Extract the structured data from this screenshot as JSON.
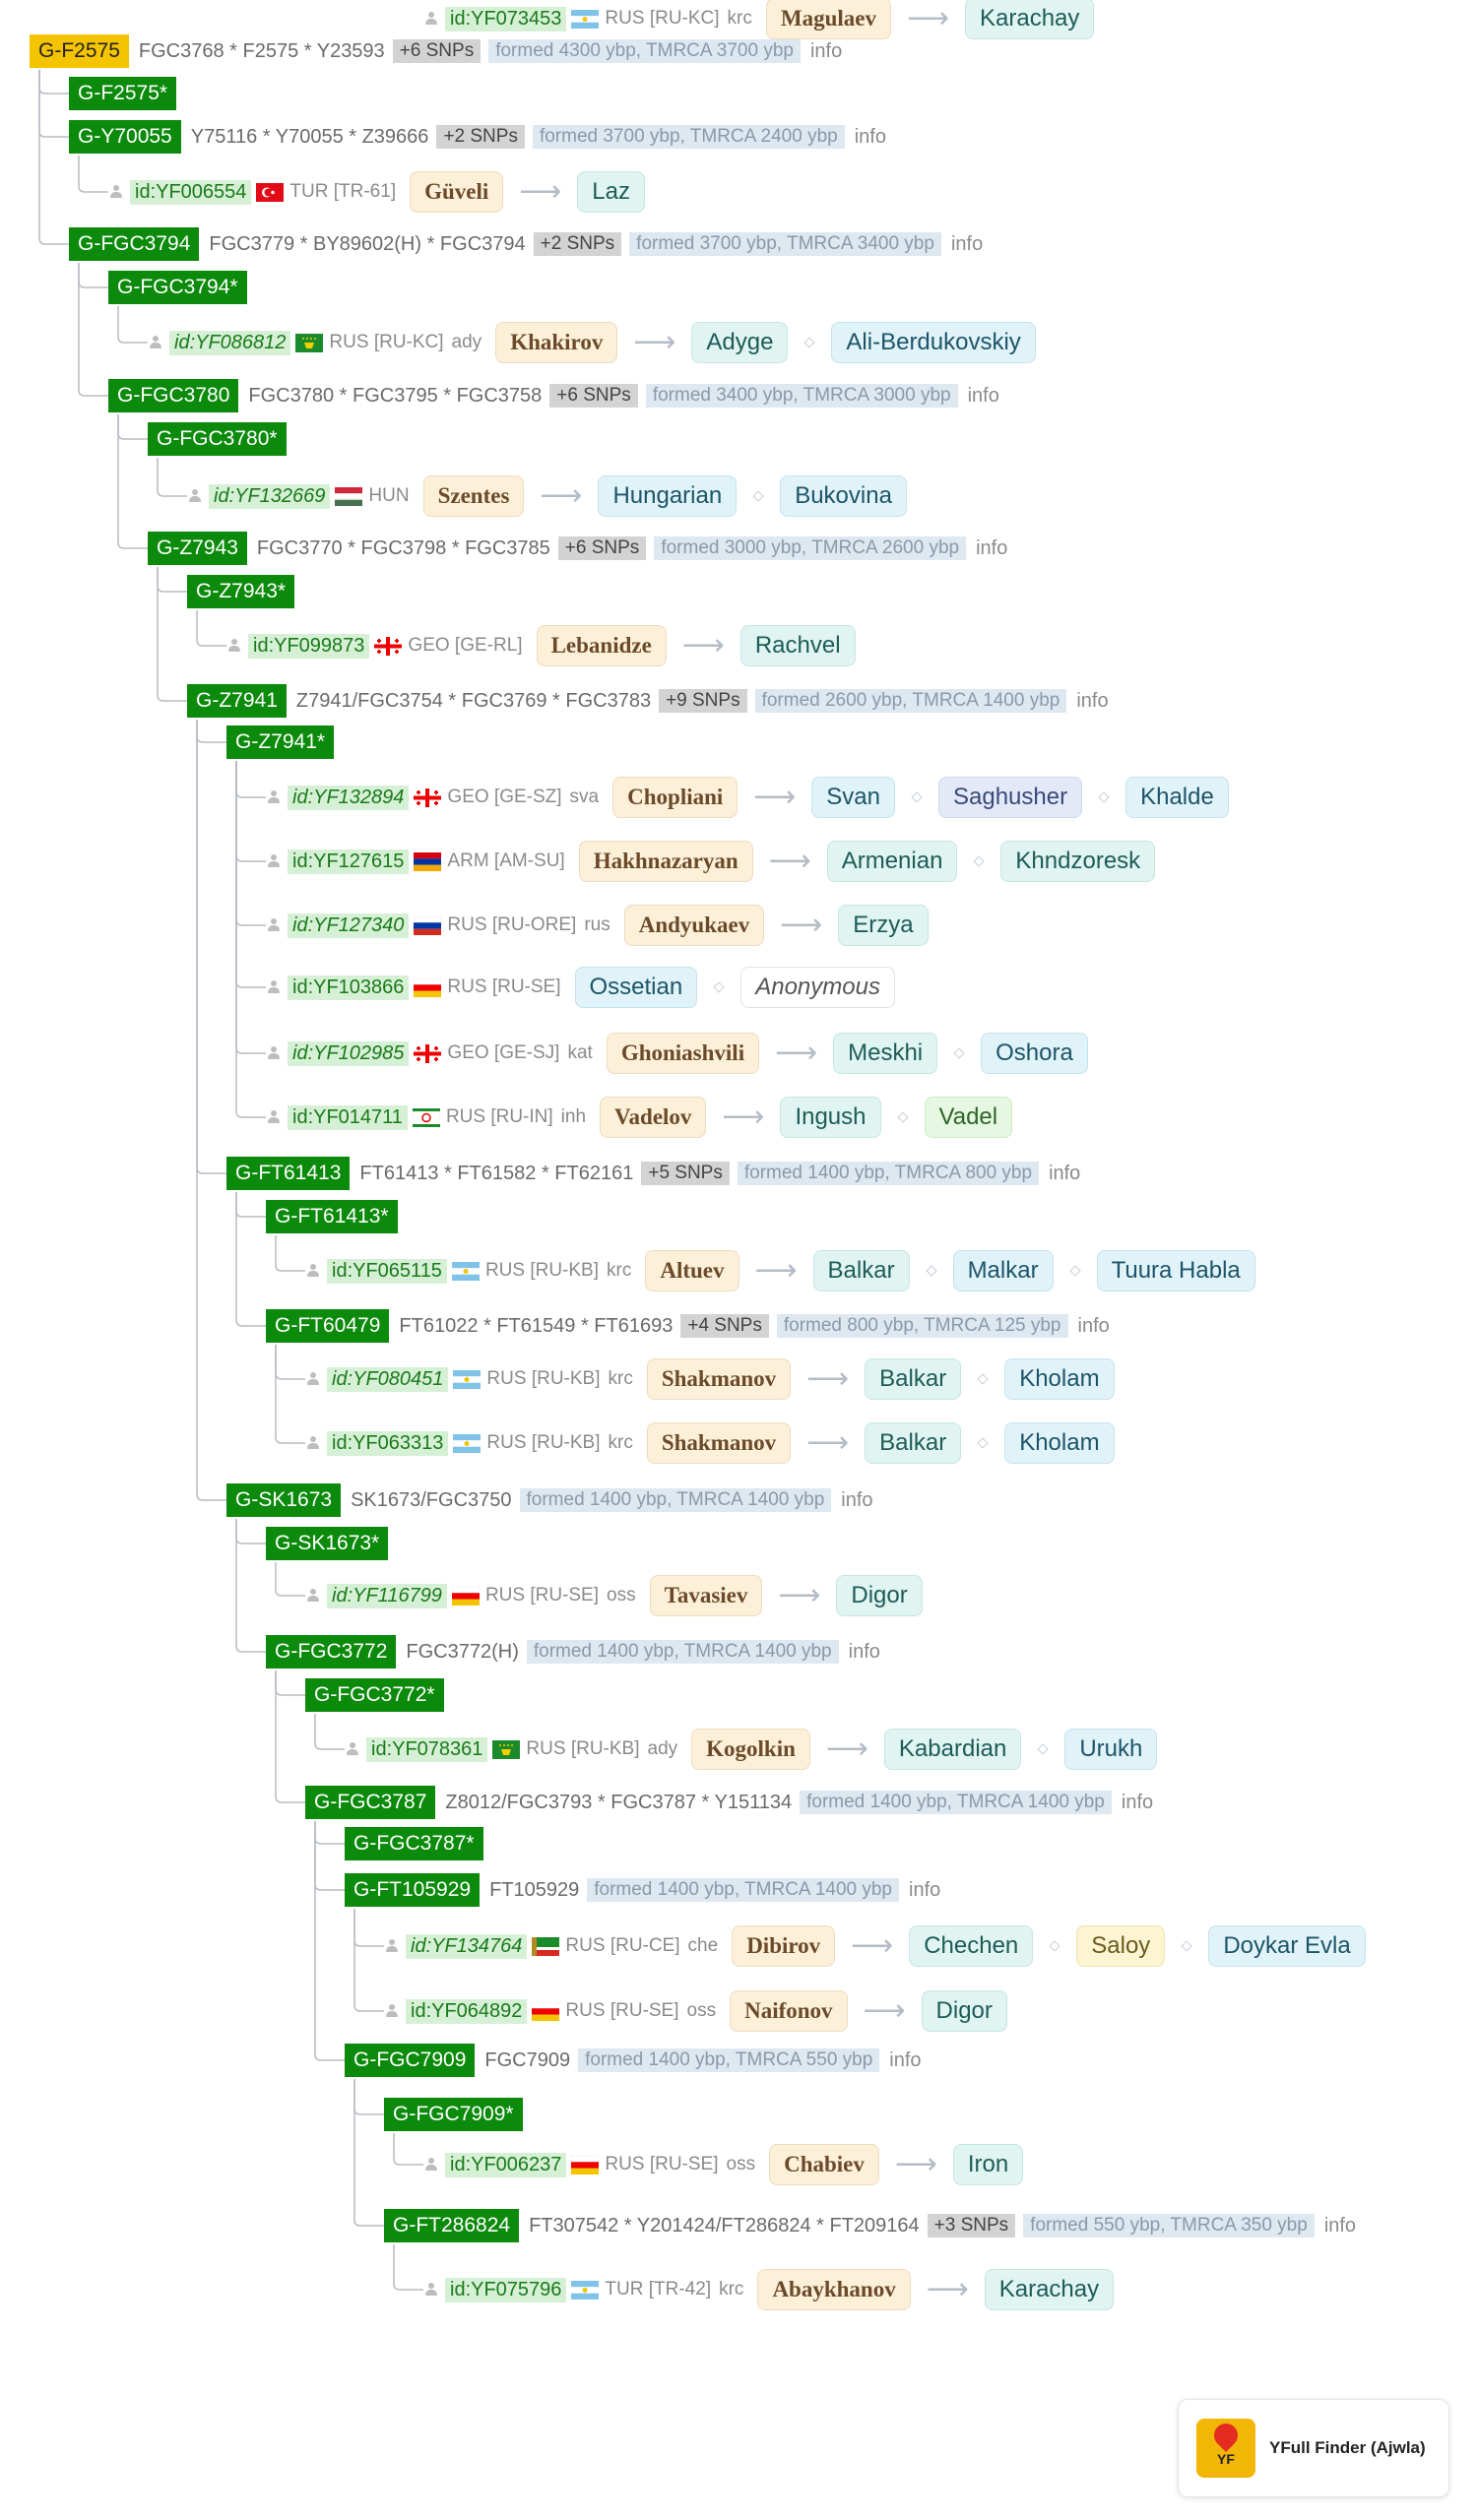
{
  "tree": [
    {
      "kind": "node",
      "name": "G-F2575",
      "root": true,
      "snps": "FGC3768 * F2575 * Y23593",
      "count": "+6 SNPs",
      "age": "formed 4300 ybp, TMRCA 3700 ybp",
      "info": "info"
    },
    {
      "kind": "star",
      "name": "G-F2575*"
    },
    {
      "kind": "node",
      "name": "G-Y70055",
      "snps": "Y75116 * Y70055 * Z39666",
      "count": "+2 SNPs",
      "age": "formed 3700 ybp, TMRCA 2400 ybp",
      "info": "info"
    },
    {
      "kind": "sample",
      "id": "id:YF006554",
      "italic": false,
      "flag": "turkey-flag",
      "cc": "TUR [TR-61]",
      "lang": "",
      "surname": "Güveli",
      "eth": [
        {
          "t": "Laz",
          "c": "teal"
        }
      ]
    },
    {
      "kind": "node",
      "name": "G-FGC3794",
      "snps": "FGC3779 * BY89602(H) * FGC3794",
      "count": "+2 SNPs",
      "age": "formed 3700 ybp, TMRCA 3400 ybp",
      "info": "info"
    },
    {
      "kind": "star",
      "name": "G-FGC3794*"
    },
    {
      "kind": "sample",
      "id": "id:YF086812",
      "italic": true,
      "flag": "adygea-flag",
      "cc": "RUS [RU-KC]",
      "lang": "ady",
      "surname": "Khakirov",
      "eth": [
        {
          "t": "Adyge",
          "c": "teal"
        },
        {
          "t": "Ali-Berdukovskiy",
          "c": "blue"
        }
      ]
    },
    {
      "kind": "node",
      "name": "G-FGC3780",
      "snps": "FGC3780 * FGC3795 * FGC3758",
      "count": "+6 SNPs",
      "age": "formed 3400 ybp, TMRCA 3000 ybp",
      "info": "info"
    },
    {
      "kind": "star",
      "name": "G-FGC3780*"
    },
    {
      "kind": "sample",
      "id": "id:YF132669",
      "italic": true,
      "flag": "hungary-flag",
      "cc": "HUN",
      "lang": "",
      "surname": "Szentes",
      "eth": [
        {
          "t": "Hungarian",
          "c": "blue"
        },
        {
          "t": "Bukovina",
          "c": "blue"
        }
      ]
    },
    {
      "kind": "node",
      "name": "G-Z7943",
      "snps": "FGC3770 * FGC3798 * FGC3785",
      "count": "+6 SNPs",
      "age": "formed 3000 ybp, TMRCA 2600 ybp",
      "info": "info"
    },
    {
      "kind": "star",
      "name": "G-Z7943*"
    },
    {
      "kind": "sample",
      "id": "id:YF099873",
      "italic": false,
      "flag": "georgia-flag",
      "cc": "GEO [GE-RL]",
      "lang": "",
      "surname": "Lebanidze",
      "eth": [
        {
          "t": "Rachvel",
          "c": "teal"
        }
      ]
    },
    {
      "kind": "node",
      "name": "G-Z7941",
      "snps": "Z7941/FGC3754 * FGC3769 * FGC3783",
      "count": "+9 SNPs",
      "age": "formed 2600 ybp, TMRCA 1400 ybp",
      "info": "info"
    },
    {
      "kind": "star",
      "name": "G-Z7941*"
    },
    {
      "kind": "sample",
      "id": "id:YF132894",
      "italic": true,
      "flag": "georgia-flag",
      "cc": "GEO [GE-SZ]",
      "lang": "sva",
      "surname": "Chopliani",
      "eth": [
        {
          "t": "Svan",
          "c": "blue"
        },
        {
          "t": "Saghusher",
          "c": "lav"
        },
        {
          "t": "Khalde",
          "c": "blue"
        }
      ]
    },
    {
      "kind": "sample",
      "id": "id:YF127615",
      "italic": false,
      "flag": "armenia-flag",
      "cc": "ARM [AM-SU]",
      "lang": "",
      "surname": "Hakhnazaryan",
      "eth": [
        {
          "t": "Armenian",
          "c": "teal"
        },
        {
          "t": "Khndzoresk",
          "c": "teal"
        }
      ]
    },
    {
      "kind": "sample",
      "id": "id:YF127340",
      "italic": true,
      "flag": "russia-flag",
      "cc": "RUS [RU-ORE]",
      "lang": "rus",
      "surname": "Andyukaev",
      "eth": [
        {
          "t": "Erzya",
          "c": "teal"
        }
      ]
    },
    {
      "kind": "sample",
      "id": "id:YF103866",
      "italic": false,
      "flag": "ossetia-flag",
      "cc": "RUS [RU-SE]",
      "lang": "",
      "surname": "",
      "eth": [
        {
          "t": "Ossetian",
          "c": "blue"
        },
        {
          "t": "Anonymous",
          "c": "gray"
        }
      ]
    },
    {
      "kind": "sample",
      "id": "id:YF102985",
      "italic": true,
      "flag": "georgia-flag",
      "cc": "GEO [GE-SJ]",
      "lang": "kat",
      "surname": "Ghoniashvili",
      "eth": [
        {
          "t": "Meskhi",
          "c": "teal"
        },
        {
          "t": "Oshora",
          "c": "blue"
        }
      ]
    },
    {
      "kind": "sample",
      "id": "id:YF014711",
      "italic": false,
      "flag": "ingushetia-flag",
      "cc": "RUS [RU-IN]",
      "lang": "inh",
      "surname": "Vadelov",
      "eth": [
        {
          "t": "Ingush",
          "c": "teal"
        },
        {
          "t": "Vadel",
          "c": "grn"
        }
      ]
    },
    {
      "kind": "node",
      "name": "G-FT61413",
      "snps": "FT61413 * FT61582 * FT62161",
      "count": "+5 SNPs",
      "age": "formed 1400 ybp, TMRCA 800 ybp",
      "info": "info"
    },
    {
      "kind": "star",
      "name": "G-FT61413*"
    },
    {
      "kind": "sample",
      "id": "id:YF065115",
      "italic": false,
      "flag": "kb-flag",
      "cc": "RUS [RU-KB]",
      "lang": "krc",
      "surname": "Altuev",
      "eth": [
        {
          "t": "Balkar",
          "c": "teal"
        },
        {
          "t": "Malkar",
          "c": "blue"
        },
        {
          "t": "Tuura Habla",
          "c": "blue"
        }
      ]
    },
    {
      "kind": "node",
      "name": "G-FT60479",
      "snps": "FT61022 * FT61549 * FT61693",
      "count": "+4 SNPs",
      "age": "formed 800 ybp, TMRCA 125 ybp",
      "info": "info"
    },
    {
      "kind": "sample",
      "id": "id:YF080451",
      "italic": true,
      "flag": "kb-flag",
      "cc": "RUS [RU-KB]",
      "lang": "krc",
      "surname": "Shakmanov",
      "eth": [
        {
          "t": "Balkar",
          "c": "teal"
        },
        {
          "t": "Kholam",
          "c": "blue"
        }
      ]
    },
    {
      "kind": "sample",
      "id": "id:YF063313",
      "italic": false,
      "flag": "kb-flag",
      "cc": "RUS [RU-KB]",
      "lang": "krc",
      "surname": "Shakmanov",
      "eth": [
        {
          "t": "Balkar",
          "c": "teal"
        },
        {
          "t": "Kholam",
          "c": "blue"
        }
      ]
    },
    {
      "kind": "node",
      "name": "G-SK1673",
      "snps": "SK1673/FGC3750",
      "count": "",
      "age": "formed 1400 ybp, TMRCA 1400 ybp",
      "info": "info"
    },
    {
      "kind": "star",
      "name": "G-SK1673*"
    },
    {
      "kind": "sample",
      "id": "id:YF116799",
      "italic": true,
      "flag": "ossetia-flag",
      "cc": "RUS [RU-SE]",
      "lang": "oss",
      "surname": "Tavasiev",
      "eth": [
        {
          "t": "Digor",
          "c": "teal"
        }
      ]
    },
    {
      "kind": "node",
      "name": "G-FGC3772",
      "snps": "FGC3772(H)",
      "count": "",
      "age": "formed 1400 ybp, TMRCA 1400 ybp",
      "info": "info"
    },
    {
      "kind": "star",
      "name": "G-FGC3772*"
    },
    {
      "kind": "sample",
      "id": "id:YF078361",
      "italic": false,
      "flag": "adygea-flag",
      "cc": "RUS [RU-KB]",
      "lang": "ady",
      "surname": "Kogolkin",
      "eth": [
        {
          "t": "Kabardian",
          "c": "teal"
        },
        {
          "t": "Urukh",
          "c": "blue"
        }
      ]
    },
    {
      "kind": "node",
      "name": "G-FGC3787",
      "snps": "Z8012/FGC3793 * FGC3787 * Y151134",
      "count": "",
      "age": "formed 1400 ybp, TMRCA 1400 ybp",
      "info": "info"
    },
    {
      "kind": "star",
      "name": "G-FGC3787*"
    },
    {
      "kind": "node",
      "name": "G-FT105929",
      "snps": "FT105929",
      "count": "",
      "age": "formed 1400 ybp, TMRCA 1400 ybp",
      "info": "info"
    },
    {
      "kind": "sample",
      "id": "id:YF134764",
      "italic": true,
      "flag": "chechnya-flag",
      "cc": "RUS [RU-CE]",
      "lang": "che",
      "surname": "Dibirov",
      "eth": [
        {
          "t": "Chechen",
          "c": "teal"
        },
        {
          "t": "Saloy",
          "c": "yel"
        },
        {
          "t": "Doykar Evla",
          "c": "blue"
        }
      ]
    },
    {
      "kind": "sample",
      "id": "id:YF064892",
      "italic": false,
      "flag": "ossetia-flag",
      "cc": "RUS [RU-SE]",
      "lang": "oss",
      "surname": "Naifonov",
      "eth": [
        {
          "t": "Digor",
          "c": "teal"
        }
      ]
    },
    {
      "kind": "node",
      "name": "G-FGC7909",
      "snps": "FGC7909",
      "count": "",
      "age": "formed 1400 ybp, TMRCA 550 ybp",
      "info": "info"
    },
    {
      "kind": "star",
      "name": "G-FGC7909*"
    },
    {
      "kind": "sample",
      "id": "id:YF006237",
      "italic": false,
      "flag": "ossetia-flag",
      "cc": "RUS [RU-SE]",
      "lang": "oss",
      "surname": "Chabiev",
      "eth": [
        {
          "t": "Iron",
          "c": "teal"
        }
      ]
    },
    {
      "kind": "node",
      "name": "G-FT286824",
      "snps": "FT307542 * Y201424/FT286824 * FT209164",
      "count": "+3 SNPs",
      "age": "formed 550 ybp, TMRCA 350 ybp",
      "info": "info"
    },
    {
      "kind": "sample",
      "id": "id:YF075796",
      "italic": false,
      "flag": "kb-flag",
      "cc": "TUR [TR-42]",
      "lang": "krc",
      "surname": "Abaykhanov",
      "eth": [
        {
          "t": "Karachay",
          "c": "teal"
        }
      ]
    },
    {
      "kind": "sample",
      "id": "id:YF073453",
      "italic": false,
      "flag": "kb-flag",
      "cc": "RUS [RU-KC]",
      "lang": "krc",
      "surname": "Magulaev",
      "eth": [
        {
          "t": "Karachay",
          "c": "teal"
        }
      ]
    }
  ],
  "badge": {
    "logo_text": "YF",
    "title": "YFull Finder (Ajwla)"
  }
}
